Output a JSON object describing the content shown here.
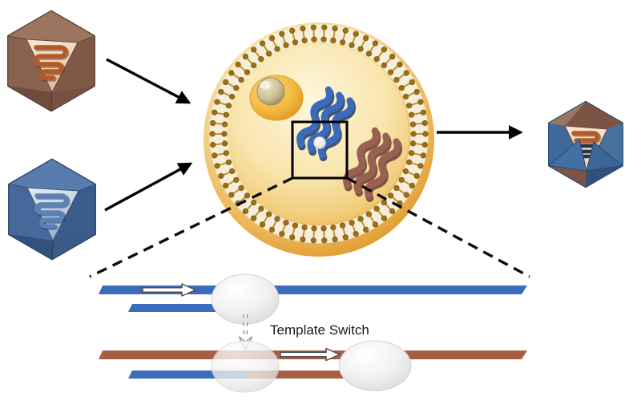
{
  "labels": {
    "template_switch": "Template Switch"
  },
  "colors": {
    "strand_blue": "#3a6cbb",
    "strand_brown": "#a85e45",
    "capsid_brown": "#8a6350",
    "capsid_blue": "#46699c",
    "genome_rust": "#b3592a",
    "genome_blue": "#5b82b4",
    "membrane_head": "#9c6f15",
    "membrane_stem": "#b98a2e",
    "cell_gold": "#efbd66",
    "polymerase_gray": "#ededed",
    "arrow_black": "#000000",
    "label_text": "#1a1a1a"
  },
  "diagram": {
    "parental_viruses": [
      {
        "name": "brown-parental-virus",
        "capsid_color": "#8a6350",
        "genome_color": "#b3592a"
      },
      {
        "name": "blue-parental-virus",
        "capsid_color": "#46699c",
        "genome_color": "#5b82b4"
      }
    ],
    "host_cell": {
      "name": "host-cell",
      "contents": [
        "nucleus",
        "blue-genome-strands",
        "brown-genome-strands",
        "polymerase-sphere",
        "zoom-inset-box"
      ]
    },
    "progeny_virus": {
      "name": "recombinant-virus",
      "capsid_colors": [
        "#8a6350",
        "#3f679c"
      ],
      "genome_color": "#b3592a"
    },
    "inset": {
      "label": "Template Switch",
      "rows": [
        {
          "template_strand": "blue",
          "nascent_strand": "blue",
          "polymerases": 1
        },
        {
          "template_strand": "brown",
          "nascent_strand": "blue-then-brown",
          "polymerases": 2
        }
      ]
    }
  }
}
